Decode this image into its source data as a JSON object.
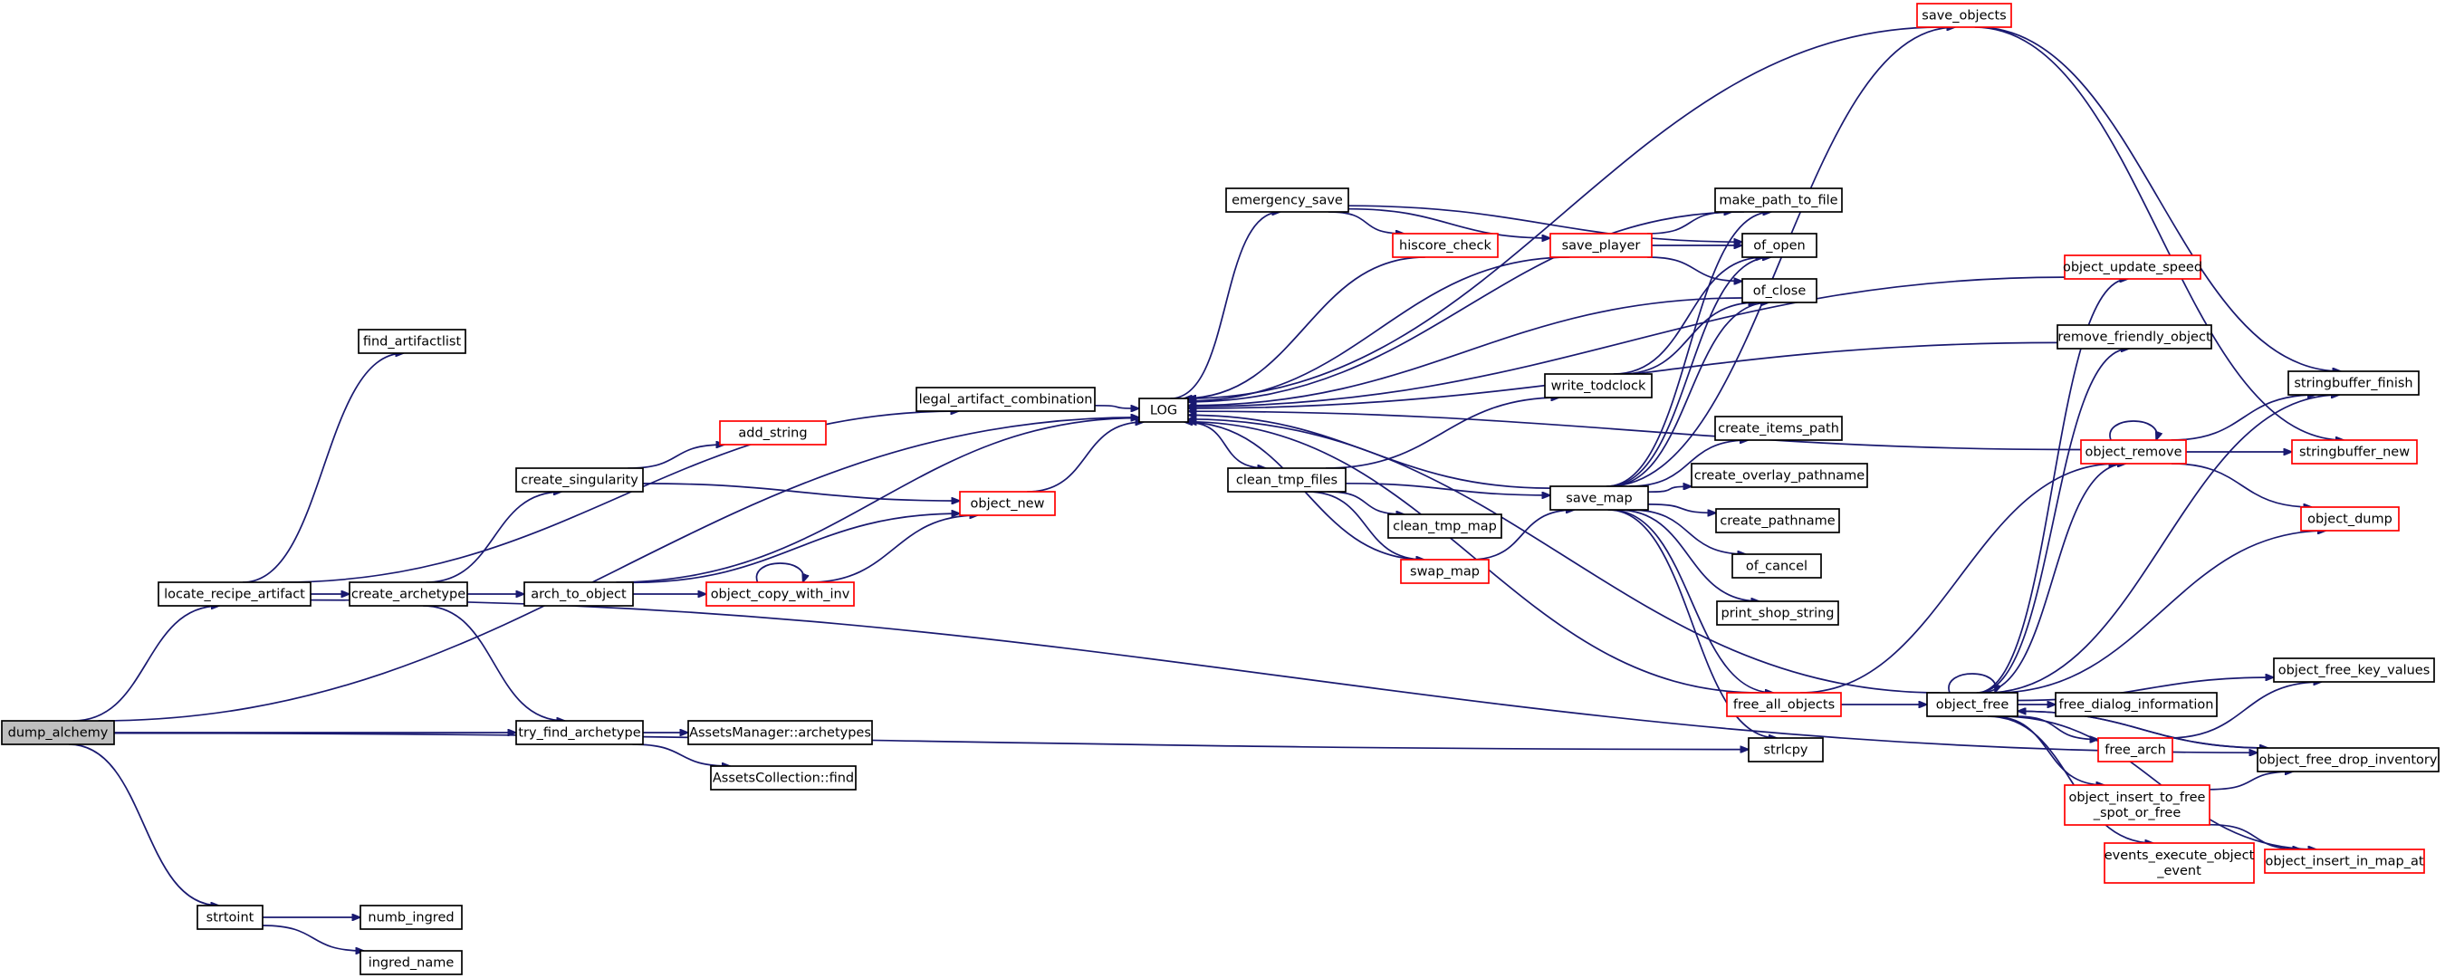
{
  "colors": {
    "edge": "#191970",
    "box_border_normal": "#000000",
    "box_border_truncated": "#ff0000",
    "root_fill": "#bfbfbf",
    "node_fill": "#ffffff"
  },
  "graph": {
    "root": "dump_alchemy",
    "nodes": [
      {
        "id": "dump_alchemy",
        "label": "dump_alchemy",
        "style": "root"
      },
      {
        "id": "find_artifactlist",
        "label": "find_artifactlist",
        "style": "normal"
      },
      {
        "id": "locate_recipe_artifact",
        "label": "locate_recipe_artifact",
        "style": "normal"
      },
      {
        "id": "legal_artifact_combination",
        "label": "legal_artifact_combination",
        "style": "normal"
      },
      {
        "id": "create_archetype",
        "label": "create_archetype",
        "style": "normal"
      },
      {
        "id": "create_singularity",
        "label": "create_singularity",
        "style": "normal"
      },
      {
        "id": "add_string",
        "label": "add_string",
        "style": "truncated"
      },
      {
        "id": "arch_to_object",
        "label": "arch_to_object",
        "style": "normal"
      },
      {
        "id": "object_new",
        "label": "object_new",
        "style": "truncated"
      },
      {
        "id": "object_copy_with_inv",
        "label": "object_copy_with_inv",
        "style": "truncated"
      },
      {
        "id": "try_find_archetype",
        "label": "try_find_archetype",
        "style": "normal"
      },
      {
        "id": "AssetsManager_archetypes",
        "label": "AssetsManager::archetypes",
        "style": "normal"
      },
      {
        "id": "AssetsCollection_find",
        "label": "AssetsCollection::find",
        "style": "normal"
      },
      {
        "id": "strtoint",
        "label": "strtoint",
        "style": "normal"
      },
      {
        "id": "numb_ingred",
        "label": "numb_ingred",
        "style": "normal"
      },
      {
        "id": "ingred_name",
        "label": "ingred_name",
        "style": "normal"
      },
      {
        "id": "LOG",
        "label": "LOG",
        "style": "normal"
      },
      {
        "id": "emergency_save",
        "label": "emergency_save",
        "style": "normal"
      },
      {
        "id": "hiscore_check",
        "label": "hiscore_check",
        "style": "truncated"
      },
      {
        "id": "clean_tmp_files",
        "label": "clean_tmp_files",
        "style": "normal"
      },
      {
        "id": "clean_tmp_map",
        "label": "clean_tmp_map",
        "style": "normal"
      },
      {
        "id": "swap_map",
        "label": "swap_map",
        "style": "truncated"
      },
      {
        "id": "save_player",
        "label": "save_player",
        "style": "truncated"
      },
      {
        "id": "save_objects",
        "label": "save_objects",
        "style": "truncated"
      },
      {
        "id": "make_path_to_file",
        "label": "make_path_to_file",
        "style": "normal"
      },
      {
        "id": "of_open",
        "label": "of_open",
        "style": "normal"
      },
      {
        "id": "of_close",
        "label": "of_close",
        "style": "normal"
      },
      {
        "id": "write_todclock",
        "label": "write_todclock",
        "style": "normal"
      },
      {
        "id": "save_map",
        "label": "save_map",
        "style": "normal"
      },
      {
        "id": "create_items_path",
        "label": "create_items_path",
        "style": "normal"
      },
      {
        "id": "create_overlay_pathname",
        "label": "create_overlay_pathname",
        "style": "normal"
      },
      {
        "id": "create_pathname",
        "label": "create_pathname",
        "style": "normal"
      },
      {
        "id": "of_cancel",
        "label": "of_cancel",
        "style": "normal"
      },
      {
        "id": "print_shop_string",
        "label": "print_shop_string",
        "style": "normal"
      },
      {
        "id": "free_all_objects",
        "label": "free_all_objects",
        "style": "truncated"
      },
      {
        "id": "strlcpy",
        "label": "strlcpy",
        "style": "normal"
      },
      {
        "id": "object_update_speed",
        "label": "object_update_speed",
        "style": "truncated"
      },
      {
        "id": "remove_friendly_object",
        "label": "remove_friendly_object",
        "style": "normal"
      },
      {
        "id": "object_remove",
        "label": "object_remove",
        "style": "truncated"
      },
      {
        "id": "object_free",
        "label": "object_free",
        "style": "normal"
      },
      {
        "id": "free_dialog_information",
        "label": "free_dialog_information",
        "style": "normal"
      },
      {
        "id": "free_arch",
        "label": "free_arch",
        "style": "truncated"
      },
      {
        "id": "object_insert_to_free_spot_or_free",
        "label": [
          "object_insert_to_free",
          "_spot_or_free"
        ],
        "style": "truncated"
      },
      {
        "id": "events_execute_object_event",
        "label": [
          "events_execute_object",
          "_event"
        ],
        "style": "truncated"
      },
      {
        "id": "stringbuffer_finish",
        "label": "stringbuffer_finish",
        "style": "normal"
      },
      {
        "id": "stringbuffer_new",
        "label": "stringbuffer_new",
        "style": "truncated"
      },
      {
        "id": "object_dump",
        "label": "object_dump",
        "style": "truncated"
      },
      {
        "id": "object_free_key_values",
        "label": "object_free_key_values",
        "style": "normal"
      },
      {
        "id": "object_free_drop_inventory",
        "label": "object_free_drop_inventory",
        "style": "normal"
      },
      {
        "id": "object_insert_in_map_at",
        "label": "object_insert_in_map_at",
        "style": "truncated"
      }
    ],
    "edges": [
      [
        "dump_alchemy",
        "locate_recipe_artifact"
      ],
      [
        "dump_alchemy",
        "LOG"
      ],
      [
        "dump_alchemy",
        "try_find_archetype"
      ],
      [
        "dump_alchemy",
        "strlcpy"
      ],
      [
        "dump_alchemy",
        "strtoint"
      ],
      [
        "locate_recipe_artifact",
        "find_artifactlist"
      ],
      [
        "locate_recipe_artifact",
        "legal_artifact_combination"
      ],
      [
        "locate_recipe_artifact",
        "create_archetype"
      ],
      [
        "locate_recipe_artifact",
        "object_free_drop_inventory"
      ],
      [
        "legal_artifact_combination",
        "LOG"
      ],
      [
        "create_archetype",
        "create_singularity"
      ],
      [
        "create_archetype",
        "arch_to_object"
      ],
      [
        "create_archetype",
        "try_find_archetype"
      ],
      [
        "create_singularity",
        "add_string"
      ],
      [
        "create_singularity",
        "object_new"
      ],
      [
        "arch_to_object",
        "object_new"
      ],
      [
        "arch_to_object",
        "object_copy_with_inv"
      ],
      [
        "arch_to_object",
        "LOG"
      ],
      [
        "object_copy_with_inv",
        "object_copy_with_inv"
      ],
      [
        "object_copy_with_inv",
        "object_new"
      ],
      [
        "object_new",
        "LOG"
      ],
      [
        "try_find_archetype",
        "AssetsManager_archetypes"
      ],
      [
        "try_find_archetype",
        "AssetsCollection_find"
      ],
      [
        "strtoint",
        "numb_ingred"
      ],
      [
        "strtoint",
        "ingred_name"
      ],
      [
        "LOG",
        "emergency_save"
      ],
      [
        "LOG",
        "clean_tmp_files"
      ],
      [
        "emergency_save",
        "hiscore_check"
      ],
      [
        "emergency_save",
        "save_player"
      ],
      [
        "emergency_save",
        "of_open"
      ],
      [
        "hiscore_check",
        "LOG"
      ],
      [
        "save_player",
        "LOG"
      ],
      [
        "save_player",
        "make_path_to_file"
      ],
      [
        "save_player",
        "of_open"
      ],
      [
        "save_player",
        "of_close"
      ],
      [
        "save_objects",
        "LOG"
      ],
      [
        "save_objects",
        "stringbuffer_finish"
      ],
      [
        "save_objects",
        "stringbuffer_new"
      ],
      [
        "make_path_to_file",
        "LOG"
      ],
      [
        "of_close",
        "LOG"
      ],
      [
        "clean_tmp_files",
        "write_todclock"
      ],
      [
        "clean_tmp_files",
        "clean_tmp_map"
      ],
      [
        "clean_tmp_files",
        "swap_map"
      ],
      [
        "clean_tmp_files",
        "save_map"
      ],
      [
        "swap_map",
        "LOG"
      ],
      [
        "swap_map",
        "save_map"
      ],
      [
        "write_todclock",
        "of_open"
      ],
      [
        "write_todclock",
        "of_close"
      ],
      [
        "save_map",
        "LOG"
      ],
      [
        "save_map",
        "save_objects"
      ],
      [
        "save_map",
        "make_path_to_file"
      ],
      [
        "save_map",
        "of_open"
      ],
      [
        "save_map",
        "of_close"
      ],
      [
        "save_map",
        "create_items_path"
      ],
      [
        "save_map",
        "create_overlay_pathname"
      ],
      [
        "save_map",
        "create_pathname"
      ],
      [
        "save_map",
        "of_cancel"
      ],
      [
        "save_map",
        "print_shop_string"
      ],
      [
        "save_map",
        "free_all_objects"
      ],
      [
        "save_map",
        "strlcpy"
      ],
      [
        "free_all_objects",
        "LOG"
      ],
      [
        "free_all_objects",
        "object_remove"
      ],
      [
        "free_all_objects",
        "object_free"
      ],
      [
        "object_free",
        "object_free"
      ],
      [
        "object_free",
        "LOG"
      ],
      [
        "object_free",
        "object_update_speed"
      ],
      [
        "object_free",
        "remove_friendly_object"
      ],
      [
        "object_free",
        "object_remove"
      ],
      [
        "object_free",
        "free_dialog_information"
      ],
      [
        "object_free",
        "free_arch"
      ],
      [
        "object_free",
        "object_insert_to_free_spot_or_free"
      ],
      [
        "object_free",
        "events_execute_object_event"
      ],
      [
        "object_free",
        "object_free_key_values"
      ],
      [
        "object_free",
        "object_free_drop_inventory"
      ],
      [
        "object_free",
        "object_insert_in_map_at"
      ],
      [
        "object_free",
        "stringbuffer_finish"
      ],
      [
        "object_free",
        "object_dump"
      ],
      [
        "object_update_speed",
        "LOG"
      ],
      [
        "remove_friendly_object",
        "LOG"
      ],
      [
        "object_remove",
        "object_remove"
      ],
      [
        "object_remove",
        "LOG"
      ],
      [
        "object_remove",
        "stringbuffer_finish"
      ],
      [
        "object_remove",
        "stringbuffer_new"
      ],
      [
        "object_remove",
        "object_dump"
      ],
      [
        "free_arch",
        "object_free_key_values"
      ],
      [
        "object_insert_to_free_spot_or_free",
        "object_free_drop_inventory"
      ],
      [
        "object_insert_to_free_spot_or_free",
        "object_insert_in_map_at"
      ],
      [
        "object_free_drop_inventory",
        "object_free"
      ]
    ]
  }
}
